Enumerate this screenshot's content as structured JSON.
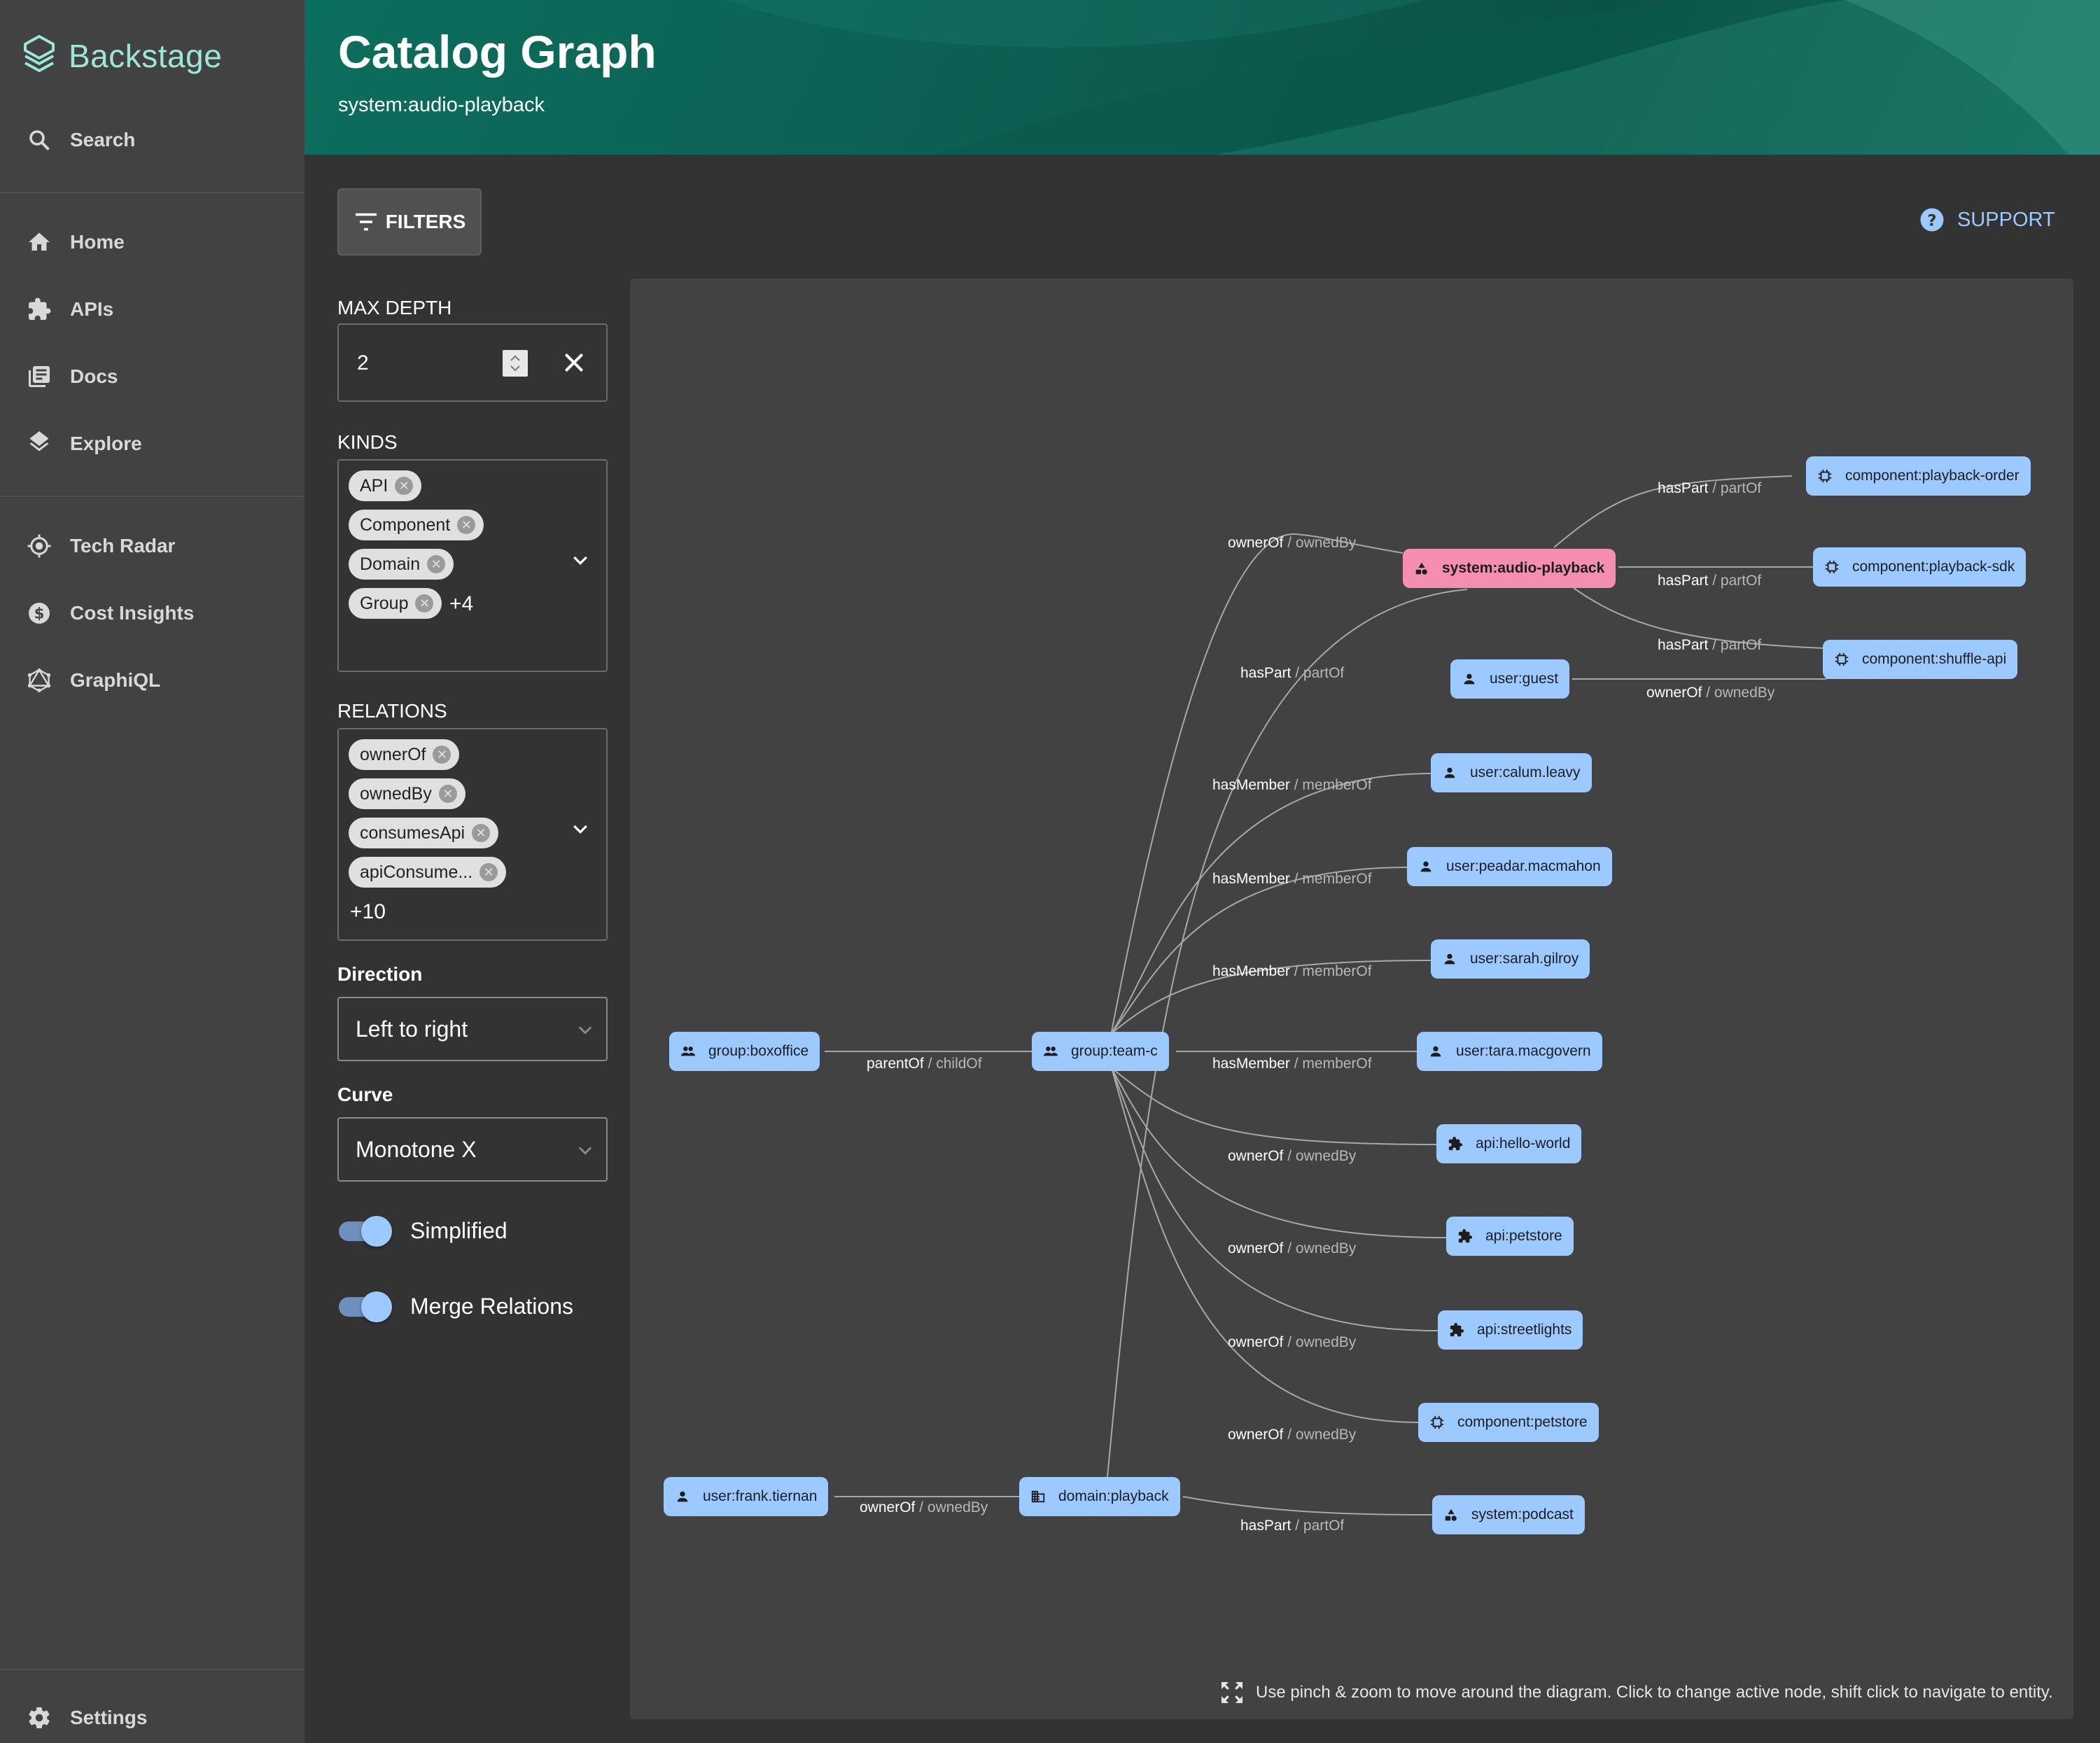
{
  "sidebar": {
    "logo": "Backstage",
    "search": "Search",
    "items": [
      {
        "label": "Home",
        "icon": "home-icon"
      },
      {
        "label": "APIs",
        "icon": "puzzle-icon"
      },
      {
        "label": "Docs",
        "icon": "library-books-icon"
      },
      {
        "label": "Explore",
        "icon": "layers-icon"
      },
      {
        "label": "Tech Radar",
        "icon": "target-icon"
      },
      {
        "label": "Cost Insights",
        "icon": "money-icon"
      },
      {
        "label": "GraphiQL",
        "icon": "graphql-icon"
      }
    ],
    "settings": "Settings"
  },
  "header": {
    "title": "Catalog Graph",
    "subtitle": "system:audio-playback"
  },
  "toolbar": {
    "filters_label": "FILTERS",
    "support_label": "SUPPORT"
  },
  "filters": {
    "max_depth_label": "MAX DEPTH",
    "max_depth_value": "2",
    "kinds_label": "KINDS",
    "kinds": [
      "API",
      "Component",
      "Domain",
      "Group"
    ],
    "kinds_more": "+4",
    "relations_label": "RELATIONS",
    "relations": [
      "ownerOf",
      "ownedBy",
      "consumesApi",
      "apiConsume..."
    ],
    "relations_more": "+10",
    "direction_label": "Direction",
    "direction_value": "Left to right",
    "curve_label": "Curve",
    "curve_value": "Monotone X",
    "simplified_label": "Simplified",
    "simplified_on": true,
    "merge_label": "Merge Relations",
    "merge_on": true
  },
  "graph": {
    "nodes": {
      "playback_order": "component:playback-order",
      "audio_playback": "system:audio-playback",
      "playback_sdk": "component:playback-sdk",
      "shuffle_api": "component:shuffle-api",
      "user_guest": "user:guest",
      "calum": "user:calum.leavy",
      "peadar": "user:peadar.macmahon",
      "sarah": "user:sarah.gilroy",
      "boxoffice": "group:boxoffice",
      "team_c": "group:team-c",
      "tara": "user:tara.macgovern",
      "hello_world": "api:hello-world",
      "petstore_api": "api:petstore",
      "streetlights": "api:streetlights",
      "petstore_comp": "component:petstore",
      "frank": "user:frank.tiernan",
      "domain_playback": "domain:playback",
      "podcast": "system:podcast"
    },
    "relations": {
      "haspart_a": "hasPart",
      "haspart_b": "partOf",
      "owner_a": "ownerOf",
      "owner_b": "ownedBy",
      "member_a": "hasMember",
      "member_b": "memberOf",
      "parent_a": "parentOf",
      "parent_b": "childOf"
    },
    "hint": "Use pinch & zoom to move around the diagram. Click to change active node, shift click to navigate to entity."
  },
  "colors": {
    "node": "#9cc9ff",
    "root_node": "#f48fb1",
    "accent": "#9cc9ff",
    "logo": "#9be7d8"
  }
}
